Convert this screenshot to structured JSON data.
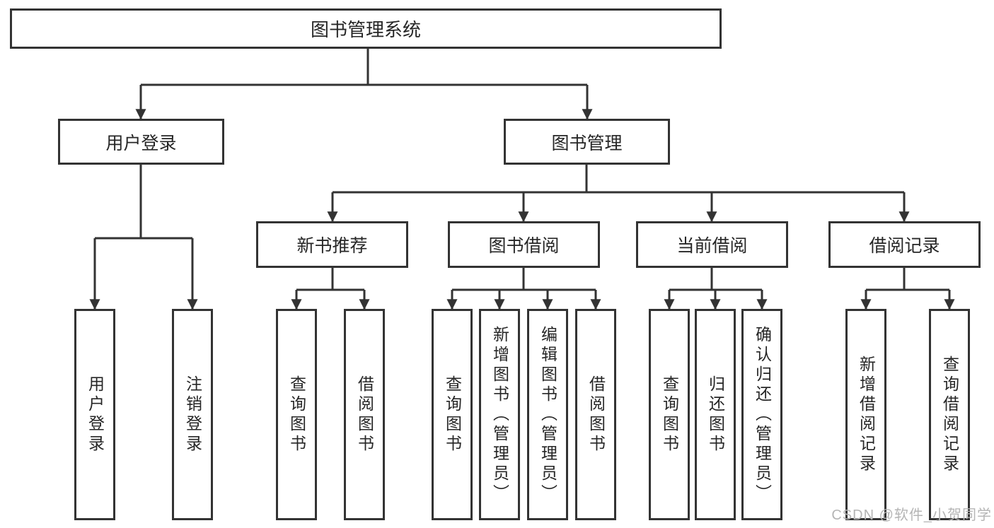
{
  "colors": {
    "background": "#ffffff",
    "box_fill": "#ffffff",
    "box_border": "#333333",
    "line": "#333333",
    "text": "#262626",
    "watermark": "#b5b5b5"
  },
  "watermark": {
    "text": "CSDN @软件_小贺同学"
  },
  "diagram": {
    "root": {
      "label": "图书管理系统"
    },
    "branches": [
      {
        "label": "用户登录",
        "children": [
          {
            "label": "用户登录"
          },
          {
            "label": "注销登录"
          }
        ]
      },
      {
        "label": "图书管理",
        "children": [
          {
            "label": "新书推荐",
            "children": [
              {
                "label": "查询图书"
              },
              {
                "label": "借阅图书"
              }
            ]
          },
          {
            "label": "图书借阅",
            "children": [
              {
                "label": "查询图书"
              },
              {
                "label": "新增图书（管理员）"
              },
              {
                "label": "编辑图书（管理员）"
              },
              {
                "label": "借阅图书"
              }
            ]
          },
          {
            "label": "当前借阅",
            "children": [
              {
                "label": "查询图书"
              },
              {
                "label": "归还图书"
              },
              {
                "label": "确认归还（管理员）"
              }
            ]
          },
          {
            "label": "借阅记录",
            "children": [
              {
                "label": "新增借阅记录"
              },
              {
                "label": "查询借阅记录"
              }
            ]
          }
        ]
      }
    ]
  }
}
